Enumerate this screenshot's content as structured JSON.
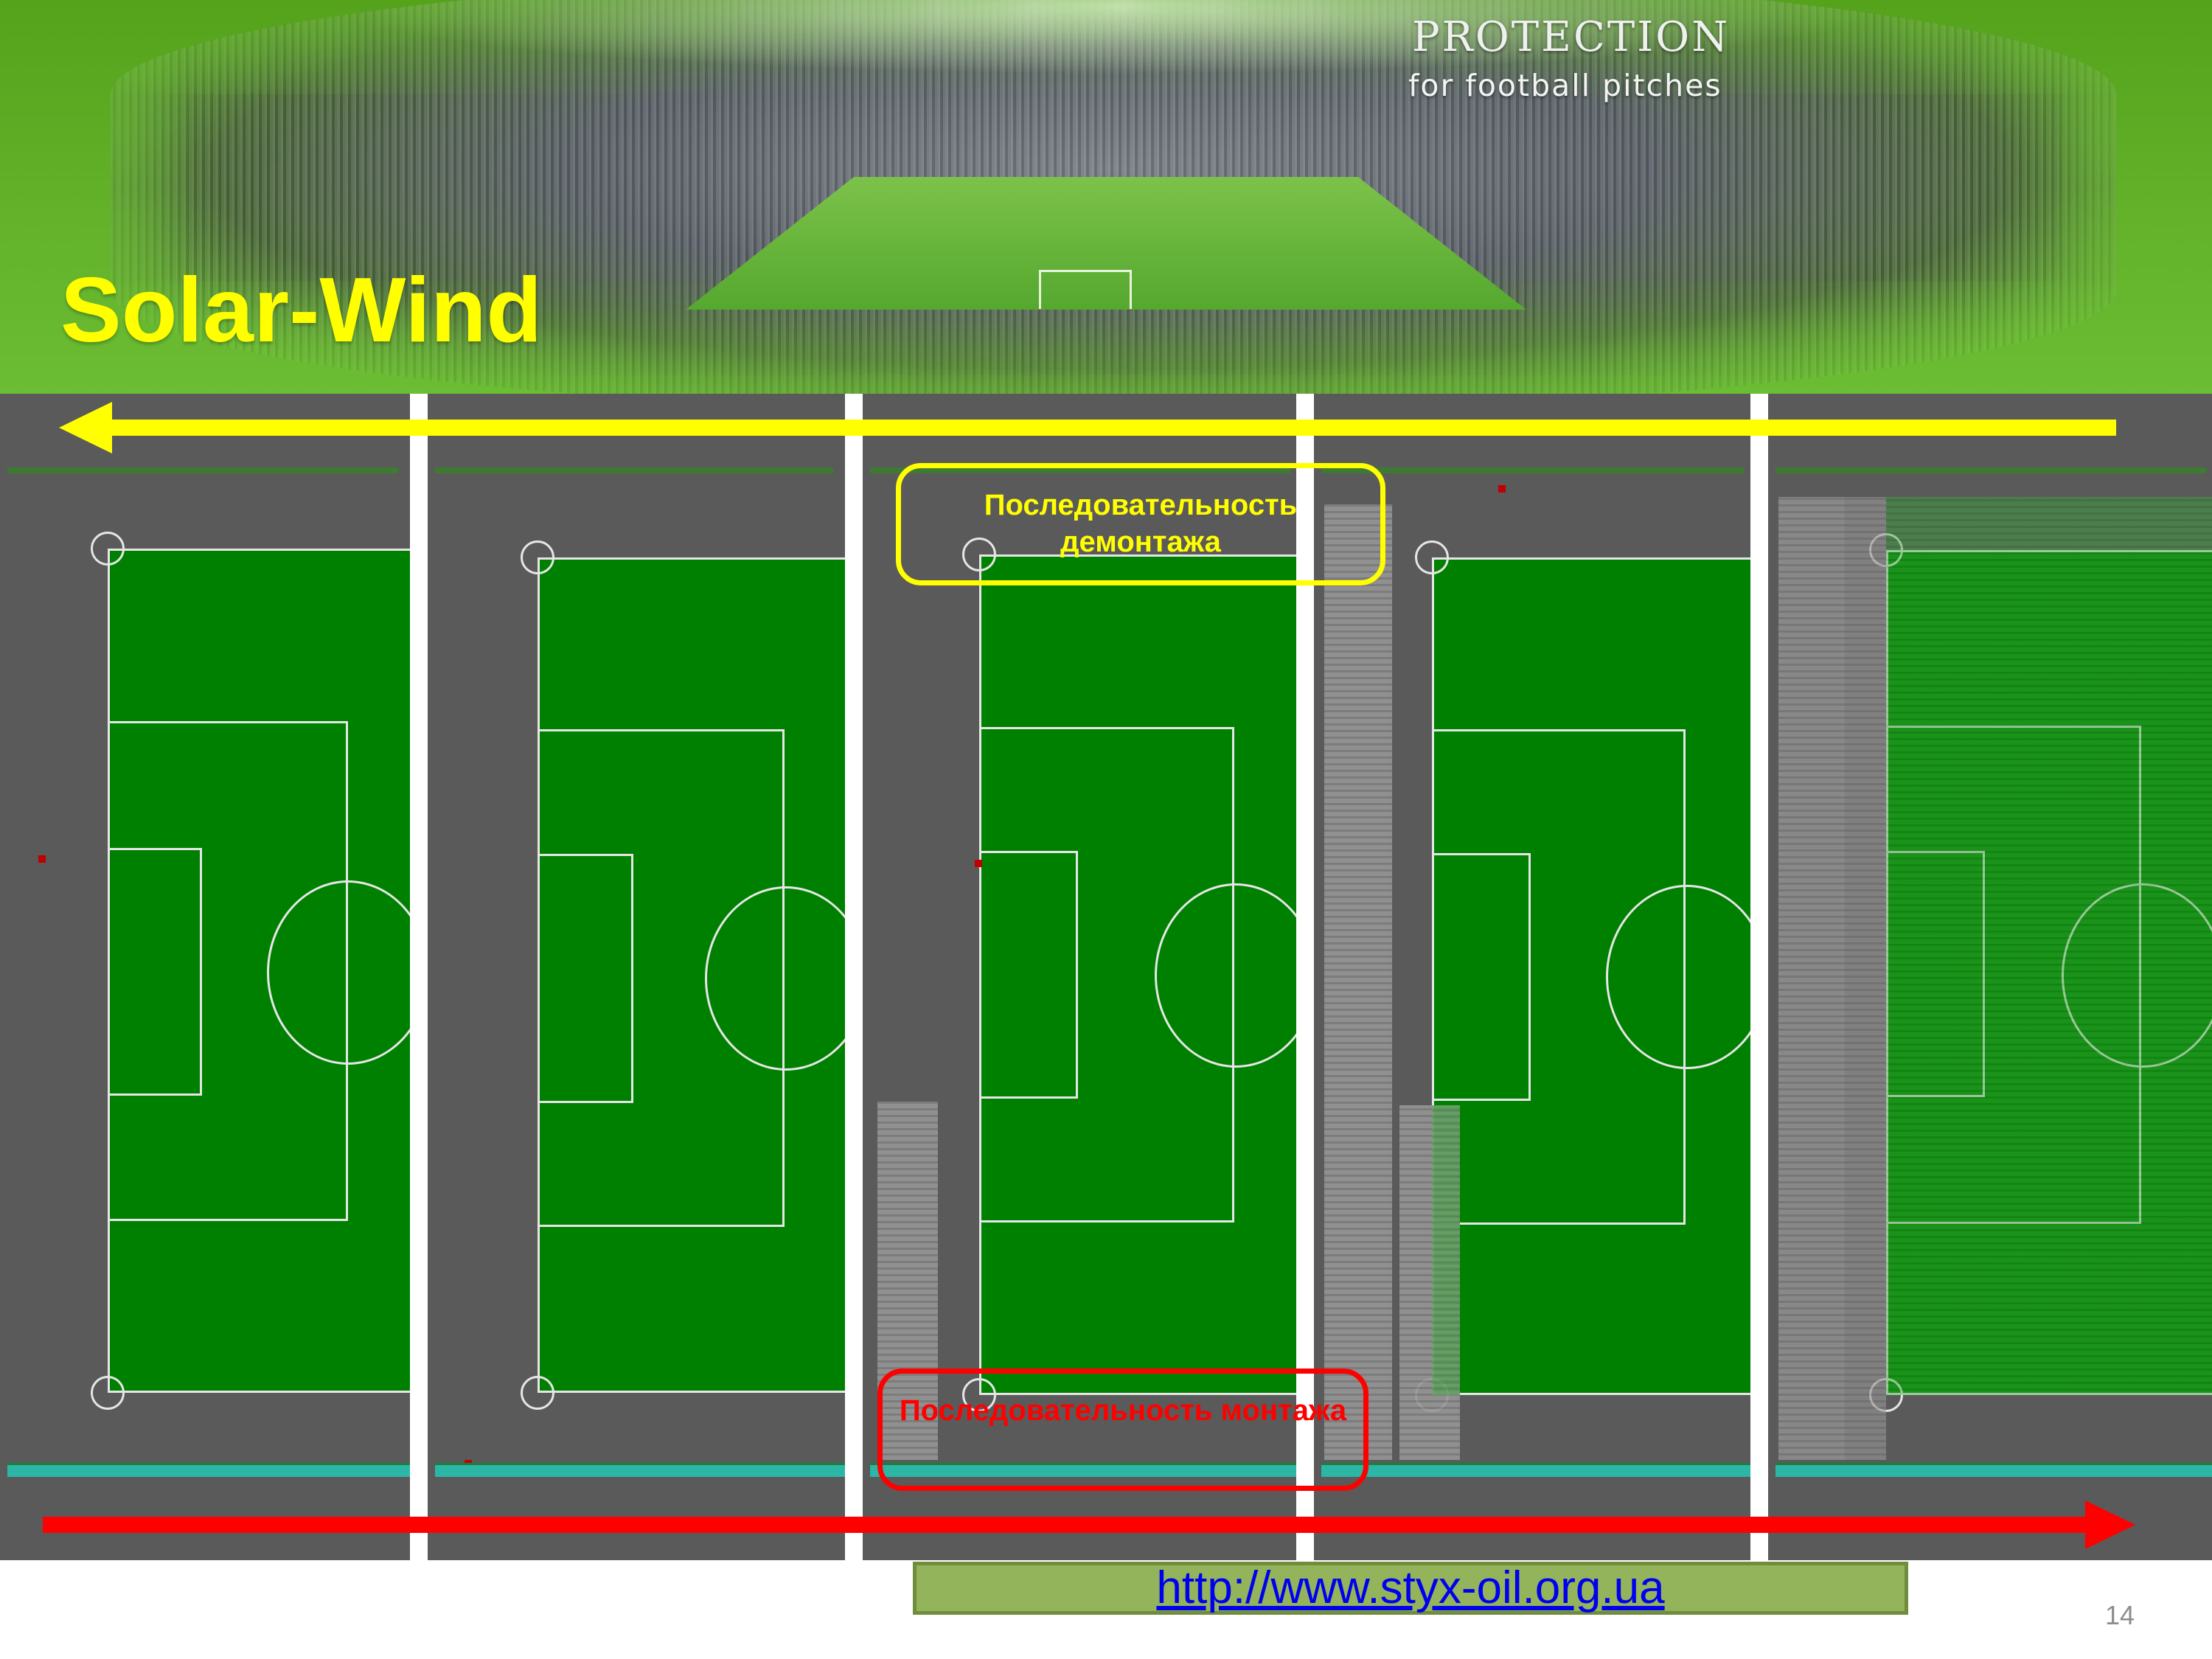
{
  "header": {
    "brand_title": "PROTECTION",
    "brand_subtitle": "for football pitches",
    "slide_title": "Solar-Wind"
  },
  "diagram": {
    "panels": [
      {
        "stage": 1,
        "cover": "none"
      },
      {
        "stage": 2,
        "cover": "none"
      },
      {
        "stage": 3,
        "cover": "partial-left-strip"
      },
      {
        "stage": 4,
        "cover": "left-strips"
      },
      {
        "stage": 5,
        "cover": "full"
      }
    ],
    "disassembly_label": "Последовательность демонтажа",
    "assembly_label": "Последовательность монтажа",
    "colors": {
      "disassembly_arrow": "#ffff00",
      "assembly_arrow": "#ff0000",
      "pitch_green": "#008000",
      "surround_gray": "#5a5a5a",
      "cover_gray": "#969696",
      "bottom_rail": "#2bb6a6",
      "title_yellow": "#ffff00",
      "banner_green": "#63b22a"
    }
  },
  "footer": {
    "url": "http://www.styx-oil.org.ua",
    "slide_number": "14"
  }
}
